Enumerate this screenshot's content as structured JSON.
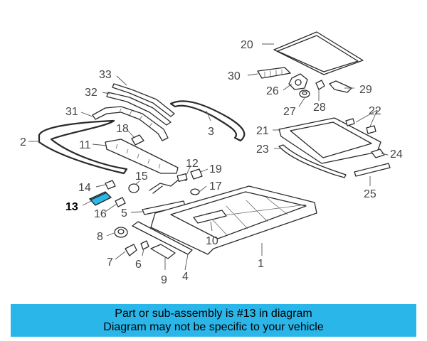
{
  "diagram": {
    "highlight_callout": "13",
    "callouts": [
      "1",
      "2",
      "3",
      "4",
      "5",
      "6",
      "7",
      "8",
      "9",
      "10",
      "11",
      "12",
      "13",
      "14",
      "15",
      "16",
      "17",
      "18",
      "19",
      "20",
      "21",
      "22",
      "23",
      "24",
      "25",
      "26",
      "27",
      "28",
      "29",
      "30",
      "31",
      "32",
      "33"
    ]
  },
  "banner": {
    "line1": "Part or sub-assembly is #13 in diagram",
    "line2": "Diagram may not be specific to your vehicle"
  },
  "colors": {
    "banner_bg": "#2ab6e8",
    "highlight_part": "#2fb8e6",
    "line_art": "#2a2a2a"
  }
}
